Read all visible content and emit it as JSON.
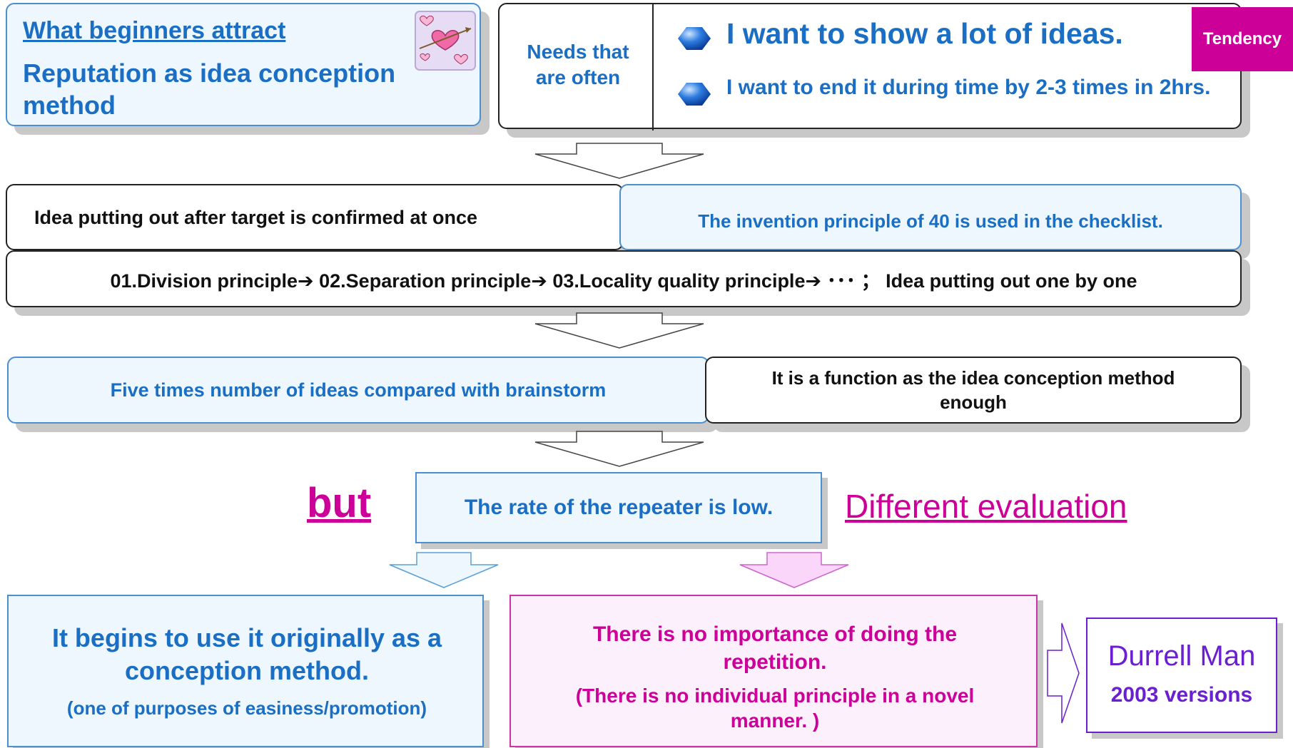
{
  "top_left": {
    "title": "What beginners attract",
    "subtitle": "Reputation as idea conception method"
  },
  "needs": {
    "label": "Needs that are often",
    "item1": "I want to show a lot of ideas.",
    "item2": "I want to end it during time by 2-3 times in 2hrs.",
    "tag": "Tendency"
  },
  "row2": {
    "left": "Idea putting out after target is confirmed at once",
    "right": "The invention principle of 40 is used in the checklist."
  },
  "row3": {
    "text": "01.Division principle➔ 02.Separation principle➔ 03.Locality quality principle➔ ･･･ ； Idea putting out one by one"
  },
  "row4": {
    "left": "Five times number of ideas compared with brainstorm",
    "right": "It is a function as the idea conception method enough"
  },
  "row5": {
    "but": "but",
    "center": "The rate of the repeater is low.",
    "diff": "Different evaluation"
  },
  "bottom": {
    "left_main": "It begins to use it originally as a conception method.",
    "left_sub": "(one of purposes of easiness/promotion)",
    "mid_main": "There is no importance of doing the repetition.",
    "mid_sub": "(There is no individual principle in a novel manner. )",
    "right_main": "Durrell Man",
    "right_sub": "2003 versions"
  },
  "colors": {
    "blue_text": "#1a6fc4",
    "magenta": "#cc0099",
    "purple": "#6a1fd0",
    "light_blue_fill": "#eef7fd",
    "light_pink_fill": "#fdf0fd",
    "tag_fill": "#cc0099"
  },
  "icons": [
    "hearts-card-icon",
    "bullet-sphere-icon"
  ]
}
